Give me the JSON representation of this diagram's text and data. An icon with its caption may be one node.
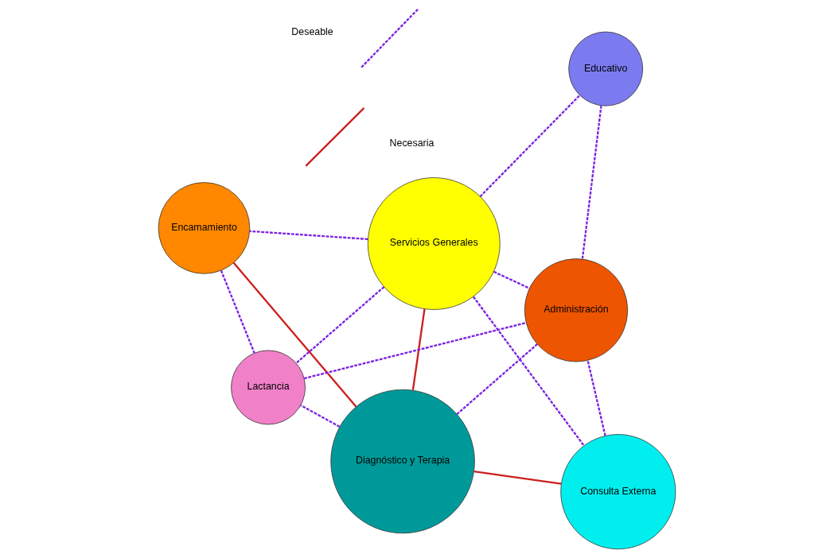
{
  "diagram": {
    "nodes": [
      {
        "text": [
          "Diagnóstico y Terapia"
        ]
      },
      {
        "text": [
          "Servicios Generales"
        ]
      },
      {
        "text": [
          "Consulta Externa"
        ]
      },
      {
        "text": [
          "Educativo"
        ]
      },
      {
        "text": [
          "Administración"
        ]
      },
      {
        "text": [
          "Encamamiento"
        ]
      },
      {
        "text": [
          "Lactancia"
        ]
      }
    ],
    "edges": [
      {
        "from": 0,
        "to": 1,
        "arrow": "none",
        "color": "#cc2020"
      },
      {
        "from": 0,
        "to": 2,
        "arrow": "none",
        "color": "#cc2020"
      },
      {
        "from": 0,
        "to": 5,
        "arrow": "none",
        "color": "#cc2020"
      },
      {
        "from": 0,
        "to": 6,
        "arrow": "none",
        "style": "dashed"
      },
      {
        "from": 0,
        "to": 4,
        "arrow": "none",
        "style": "dashed"
      },
      {
        "from": 1,
        "to": 2,
        "arrow": "none",
        "style": "dashed"
      },
      {
        "from": 1,
        "to": 5,
        "arrow": "none",
        "style": "dashed"
      },
      {
        "from": 1,
        "to": 6,
        "arrow": "none",
        "style": "dashed"
      },
      {
        "from": 1,
        "to": 4,
        "arrow": "none",
        "style": "dashed"
      },
      {
        "from": 1,
        "to": 3,
        "arrow": "none",
        "style": "dashed"
      },
      {
        "from": 2,
        "to": 4,
        "arrow": "none",
        "style": "dashed"
      },
      {
        "from": 3,
        "to": 4,
        "arrow": "none",
        "style": "dashed"
      },
      {
        "from": 5,
        "to": 6,
        "arrow": "none",
        "style": "dashed"
      },
      {
        "from": 6,
        "to": 4,
        "arrow": "none",
        "style": "dashed"
      }
    ],
    "legend": [
      {
        "text": "Necesaria"
      },
      {
        "text": "Deseable"
      }
    ]
  }
}
